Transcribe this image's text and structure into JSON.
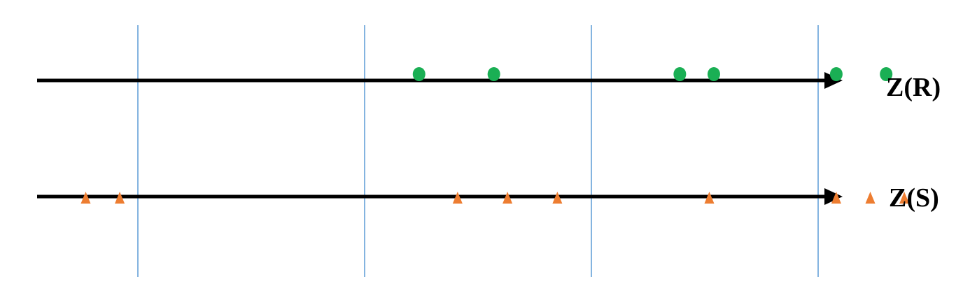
{
  "colors": {
    "axis": "#000000",
    "divider": "#5b9bd5",
    "r_point": "#1aaf54",
    "s_point": "#ed7d31"
  },
  "axes": {
    "r": {
      "label": "Z(R)",
      "marker": "circle"
    },
    "s": {
      "label": "Z(S)",
      "marker": "triangle"
    }
  },
  "dividers": [
    1,
    2,
    3,
    4
  ],
  "points": {
    "r": [
      2.24,
      2.57,
      3.39,
      3.54,
      4.08,
      4.3
    ],
    "s": [
      0.77,
      0.92,
      2.41,
      2.63,
      2.85,
      3.52,
      4.08,
      4.23,
      4.38
    ]
  }
}
